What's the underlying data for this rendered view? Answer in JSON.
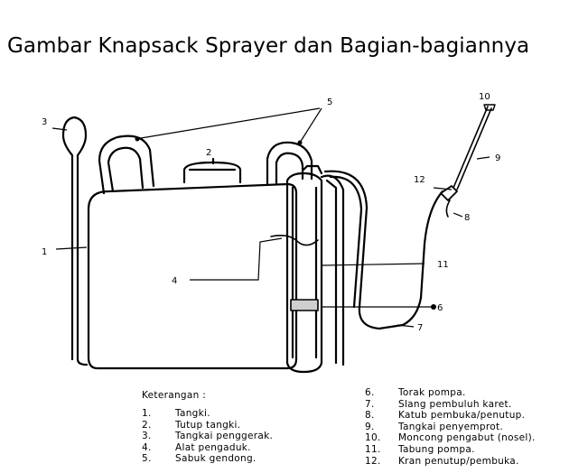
{
  "title": "Gambar  Knapsack Sprayer dan Bagian-bagiannya",
  "callouts": {
    "c1": "1",
    "c2": "2",
    "c3": "3",
    "c4": "4",
    "c5": "5",
    "c6": "6",
    "c7": "7",
    "c8": "8",
    "c9": "9",
    "c10": "10",
    "c11": "11",
    "c12": "12"
  },
  "legend": {
    "heading": "Keterangan :",
    "left": [
      {
        "num": "1.",
        "label": "Tangki."
      },
      {
        "num": "2.",
        "label": "Tutup tangki."
      },
      {
        "num": "3.",
        "label": "Tangkai penggerak."
      },
      {
        "num": "4.",
        "label": "Alat pengaduk."
      },
      {
        "num": "5.",
        "label": "Sabuk gendong."
      }
    ],
    "right": [
      {
        "num": "6.",
        "label": "Torak pompa."
      },
      {
        "num": "7.",
        "label": "Slang pembuluh karet."
      },
      {
        "num": "8.",
        "label": "Katub pembuka/penutup."
      },
      {
        "num": "9.",
        "label": "Tangkai penyemprot."
      },
      {
        "num": "10.",
        "label": "Moncong pengabut (nosel)."
      },
      {
        "num": "11.",
        "label": "Tabung pompa."
      },
      {
        "num": "12.",
        "label": "Kran penutup/pembuka."
      }
    ]
  }
}
